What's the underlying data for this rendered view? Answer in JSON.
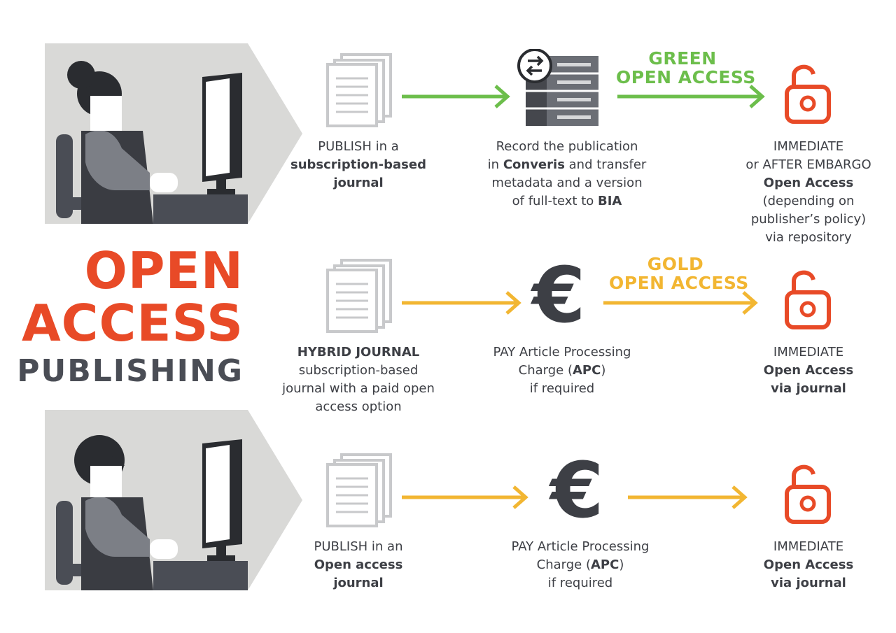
{
  "title": {
    "line1": "OPEN",
    "line2": "ACCESS",
    "line3": "PUBLISHING"
  },
  "colors": {
    "accent": "#e84a27",
    "green": "#6cbe4b",
    "gold": "#f2b632",
    "dark": "#4a4d55",
    "gray_panel": "#d9d9d7"
  },
  "rows": [
    {
      "step1": {
        "pre": "PUBLISH in a",
        "bold": "subscription-based",
        "post": "journal"
      },
      "step2": {
        "l1": "Record the publication",
        "l2a": "in ",
        "l2b": "Converis",
        "l2c": " and transfer",
        "l3": "metadata and a version",
        "l4a": "of full-text to ",
        "l4b": "BIA",
        "icon": "server-sync-icon"
      },
      "route": {
        "l1": "GREEN",
        "l2": "OPEN ACCESS"
      },
      "step3": {
        "l1": "IMMEDIATE",
        "l2": "or AFTER EMBARGO",
        "l3": "Open Access",
        "l4": "(depending on",
        "l5": "publisher’s policy)",
        "l6": "via repository",
        "icon": "unlocked-padlock-icon"
      }
    },
    {
      "step1": {
        "bold": "HYBRID JOURNAL",
        "l2": "subscription-based",
        "l3": "journal with a paid open",
        "l4": "access option"
      },
      "step2": {
        "l1": "PAY Article Processing",
        "l2a": "Charge (",
        "l2b": "APC",
        "l2c": ")",
        "l3": "if required",
        "symbol": "€"
      },
      "route": {
        "l1": "GOLD",
        "l2": "OPEN ACCESS"
      },
      "step3": {
        "l1": "IMMEDIATE",
        "l2": "Open Access",
        "l3": "via journal",
        "icon": "unlocked-padlock-icon"
      }
    },
    {
      "step1": {
        "pre": "PUBLISH in an",
        "bold": "Open access",
        "post": "journal"
      },
      "step2": {
        "l1": "PAY Article Processing",
        "l2a": "Charge (",
        "l2b": "APC",
        "l2c": ")",
        "l3": "if required",
        "symbol": "€"
      },
      "step3": {
        "l1": "IMMEDIATE",
        "l2": "Open Access",
        "l3": "via journal",
        "icon": "unlocked-padlock-icon"
      }
    }
  ]
}
